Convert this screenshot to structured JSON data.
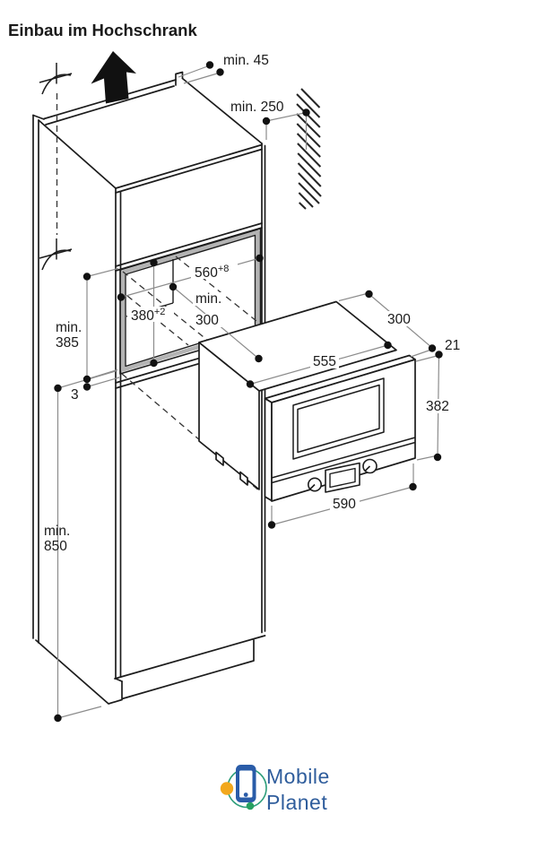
{
  "title": "Einbau im Hochschrank",
  "dimensions": {
    "min45": "min. 45",
    "min250": "min. 250",
    "niche_width": "560",
    "niche_width_sup": "+8",
    "niche_depth_line1": "min.",
    "niche_depth_line2": "300",
    "niche_height": "380",
    "niche_height_sup": "+2",
    "min385_line1": "min.",
    "min385_line2": "385",
    "gap3": "3",
    "min850_line1": "min.",
    "min850_line2": "850",
    "mw_depth": "300",
    "frame_overhang": "21",
    "mw_width": "555",
    "frame_height": "382",
    "frame_width": "590"
  },
  "watermark": {
    "line1": "Mobile",
    "line2": "Planet"
  },
  "colors": {
    "line": "#1c1c1c",
    "dim_line": "#8c8c8c",
    "panel_edge_gray": "#b3b3b3",
    "logo_blue": "#2a5ca8",
    "logo_text_blue": "#2f5d9c",
    "orbit_green": "#2e9e7b",
    "dot_yellow": "#f2a81d",
    "dot_green": "#27a060"
  }
}
